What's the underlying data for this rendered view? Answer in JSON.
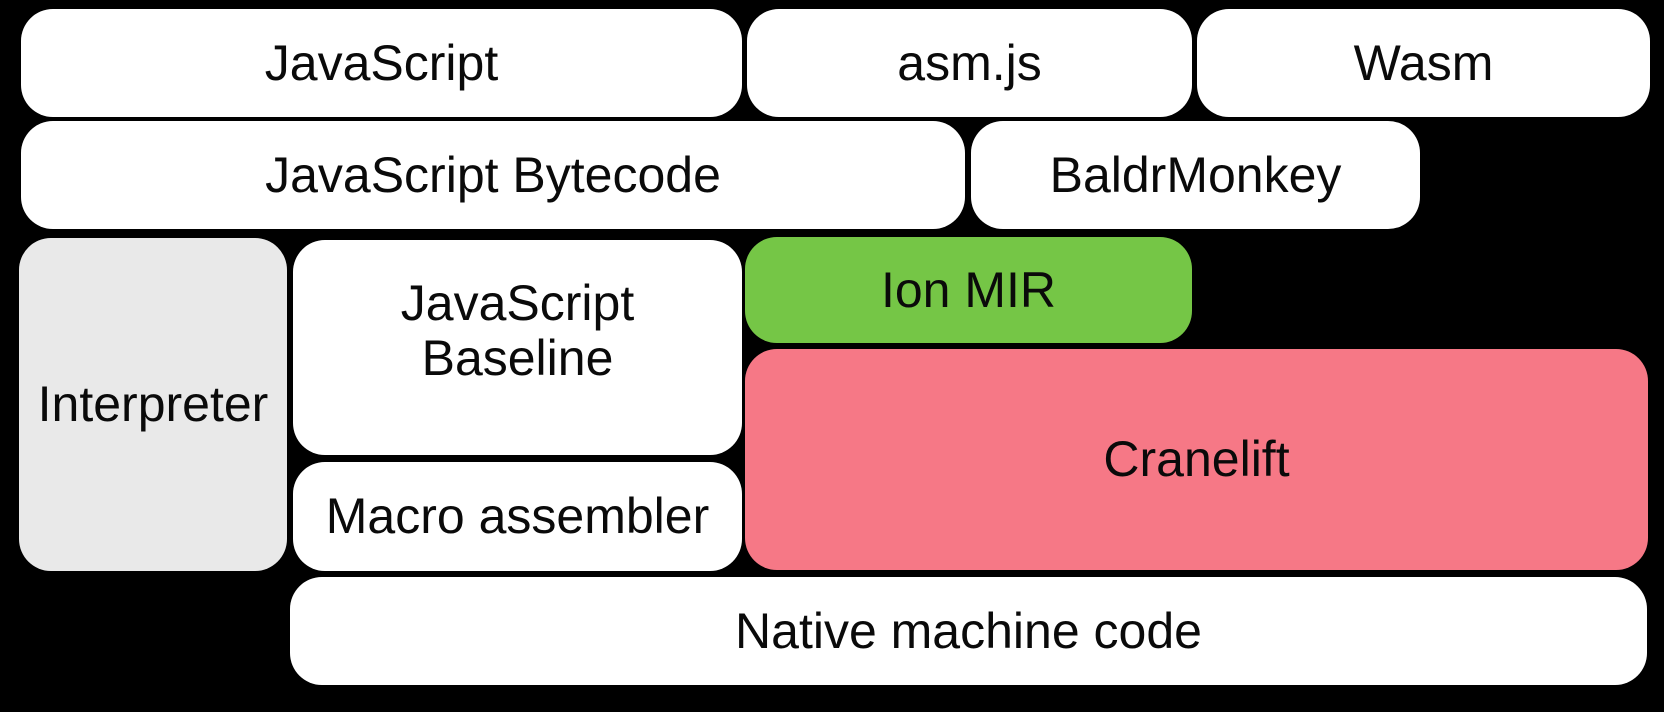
{
  "diagram": {
    "background": "#000000",
    "text_color": "#0a0a0a",
    "box_colors": {
      "default": "#ffffff",
      "interpreter_gray": "#e9e9e9",
      "ion_green": "#75c646",
      "cranelift_pink": "#f67886"
    },
    "boxes": {
      "javascript": {
        "label": "JavaScript",
        "bg": "#ffffff"
      },
      "asm_js": {
        "label": "asm.js",
        "bg": "#ffffff"
      },
      "wasm": {
        "label": "Wasm",
        "bg": "#ffffff"
      },
      "javascript_bytecode": {
        "label": "JavaScript Bytecode",
        "bg": "#ffffff"
      },
      "baldrmonkey": {
        "label": "BaldrMonkey",
        "bg": "#ffffff"
      },
      "interpreter": {
        "label": "Interpreter",
        "bg": "#e9e9e9"
      },
      "javascript_baseline": {
        "label": "JavaScript Baseline",
        "lines": [
          "JavaScript",
          "Baseline"
        ],
        "bg": "#ffffff"
      },
      "ion_mir": {
        "label": "Ion MIR",
        "bg": "#75c646"
      },
      "cranelift": {
        "label": "Cranelift",
        "bg": "#f67886"
      },
      "macro_assembler": {
        "label": "Macro assembler",
        "bg": "#ffffff"
      },
      "native_machine_code": {
        "label": "Native machine code",
        "bg": "#ffffff"
      }
    }
  }
}
